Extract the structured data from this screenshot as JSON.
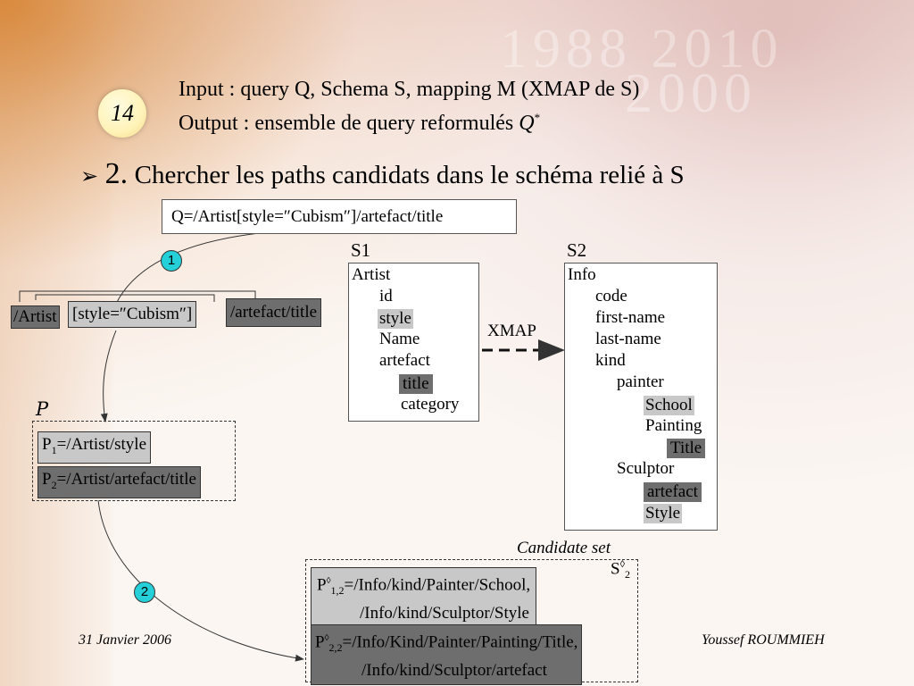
{
  "slide": {
    "number": "14",
    "title_line1": "Input : query Q, Schema S, mapping M (XMAP de S)",
    "title_line2_prefix": "Output : ensemble de query reformulés ",
    "title_line2_q": "Q",
    "title_line2_sup": "*",
    "heading_bullet": "➢",
    "heading_num": "2.",
    "heading_text": "Chercher les paths candidats dans le schéma relié à S"
  },
  "query": "Q=/Artist[style=″Cubism″]/artefact/title",
  "query_parts": [
    "/Artist",
    "[style=″Cubism″]",
    "/artefact/title"
  ],
  "step_labels": [
    "1",
    "2"
  ],
  "p_label": "P",
  "paths": {
    "p1_prefix": "P",
    "p1_sub": "1",
    "p1_rest": "=/Artist/style",
    "p2_prefix": "P",
    "p2_sub": "2",
    "p2_rest": "=/Artist/artefact/title"
  },
  "s1": {
    "label": "S1",
    "root": "Artist",
    "children": [
      "id",
      "style",
      "Name",
      "artefact"
    ],
    "grandchildren": [
      "title",
      "category"
    ]
  },
  "s2": {
    "label": "S2",
    "root": "Info",
    "children": [
      "code",
      "first-name",
      "last-name",
      "kind"
    ],
    "kind_children": [
      "painter",
      "Sculptor"
    ],
    "painter_children": [
      "School",
      "Painting"
    ],
    "painting_children": [
      "Title"
    ],
    "sculptor_children": [
      "artefact",
      "Style"
    ]
  },
  "mapping_label": "XMAP",
  "candidate": {
    "title": "Candidate set",
    "set_prefix": "S",
    "set_sup": "◊",
    "set_sub": "2",
    "c1_prefix": "P",
    "c1_sup": "◊",
    "c1_sub": "1,2",
    "c1_line1": "=/Info/kind/Painter/School,",
    "c1_line2": "/Info/kind/Sculptor/Style",
    "c2_prefix": "P",
    "c2_sup": "◊",
    "c2_sub": "2,2",
    "c2_line1": "=/Info/Kind/Painter/Painting/Title,",
    "c2_line2": "/Info/kind/Sculptor/artefact"
  },
  "footer": {
    "date": "31 Janvier 2006",
    "author": "Youssef ROUMMIEH"
  },
  "colors": {
    "light_highlight": "#c8c8c8",
    "dark_highlight": "#6e6e6e",
    "step_circle": "#25d0d8",
    "badge": "#fff3b8"
  }
}
